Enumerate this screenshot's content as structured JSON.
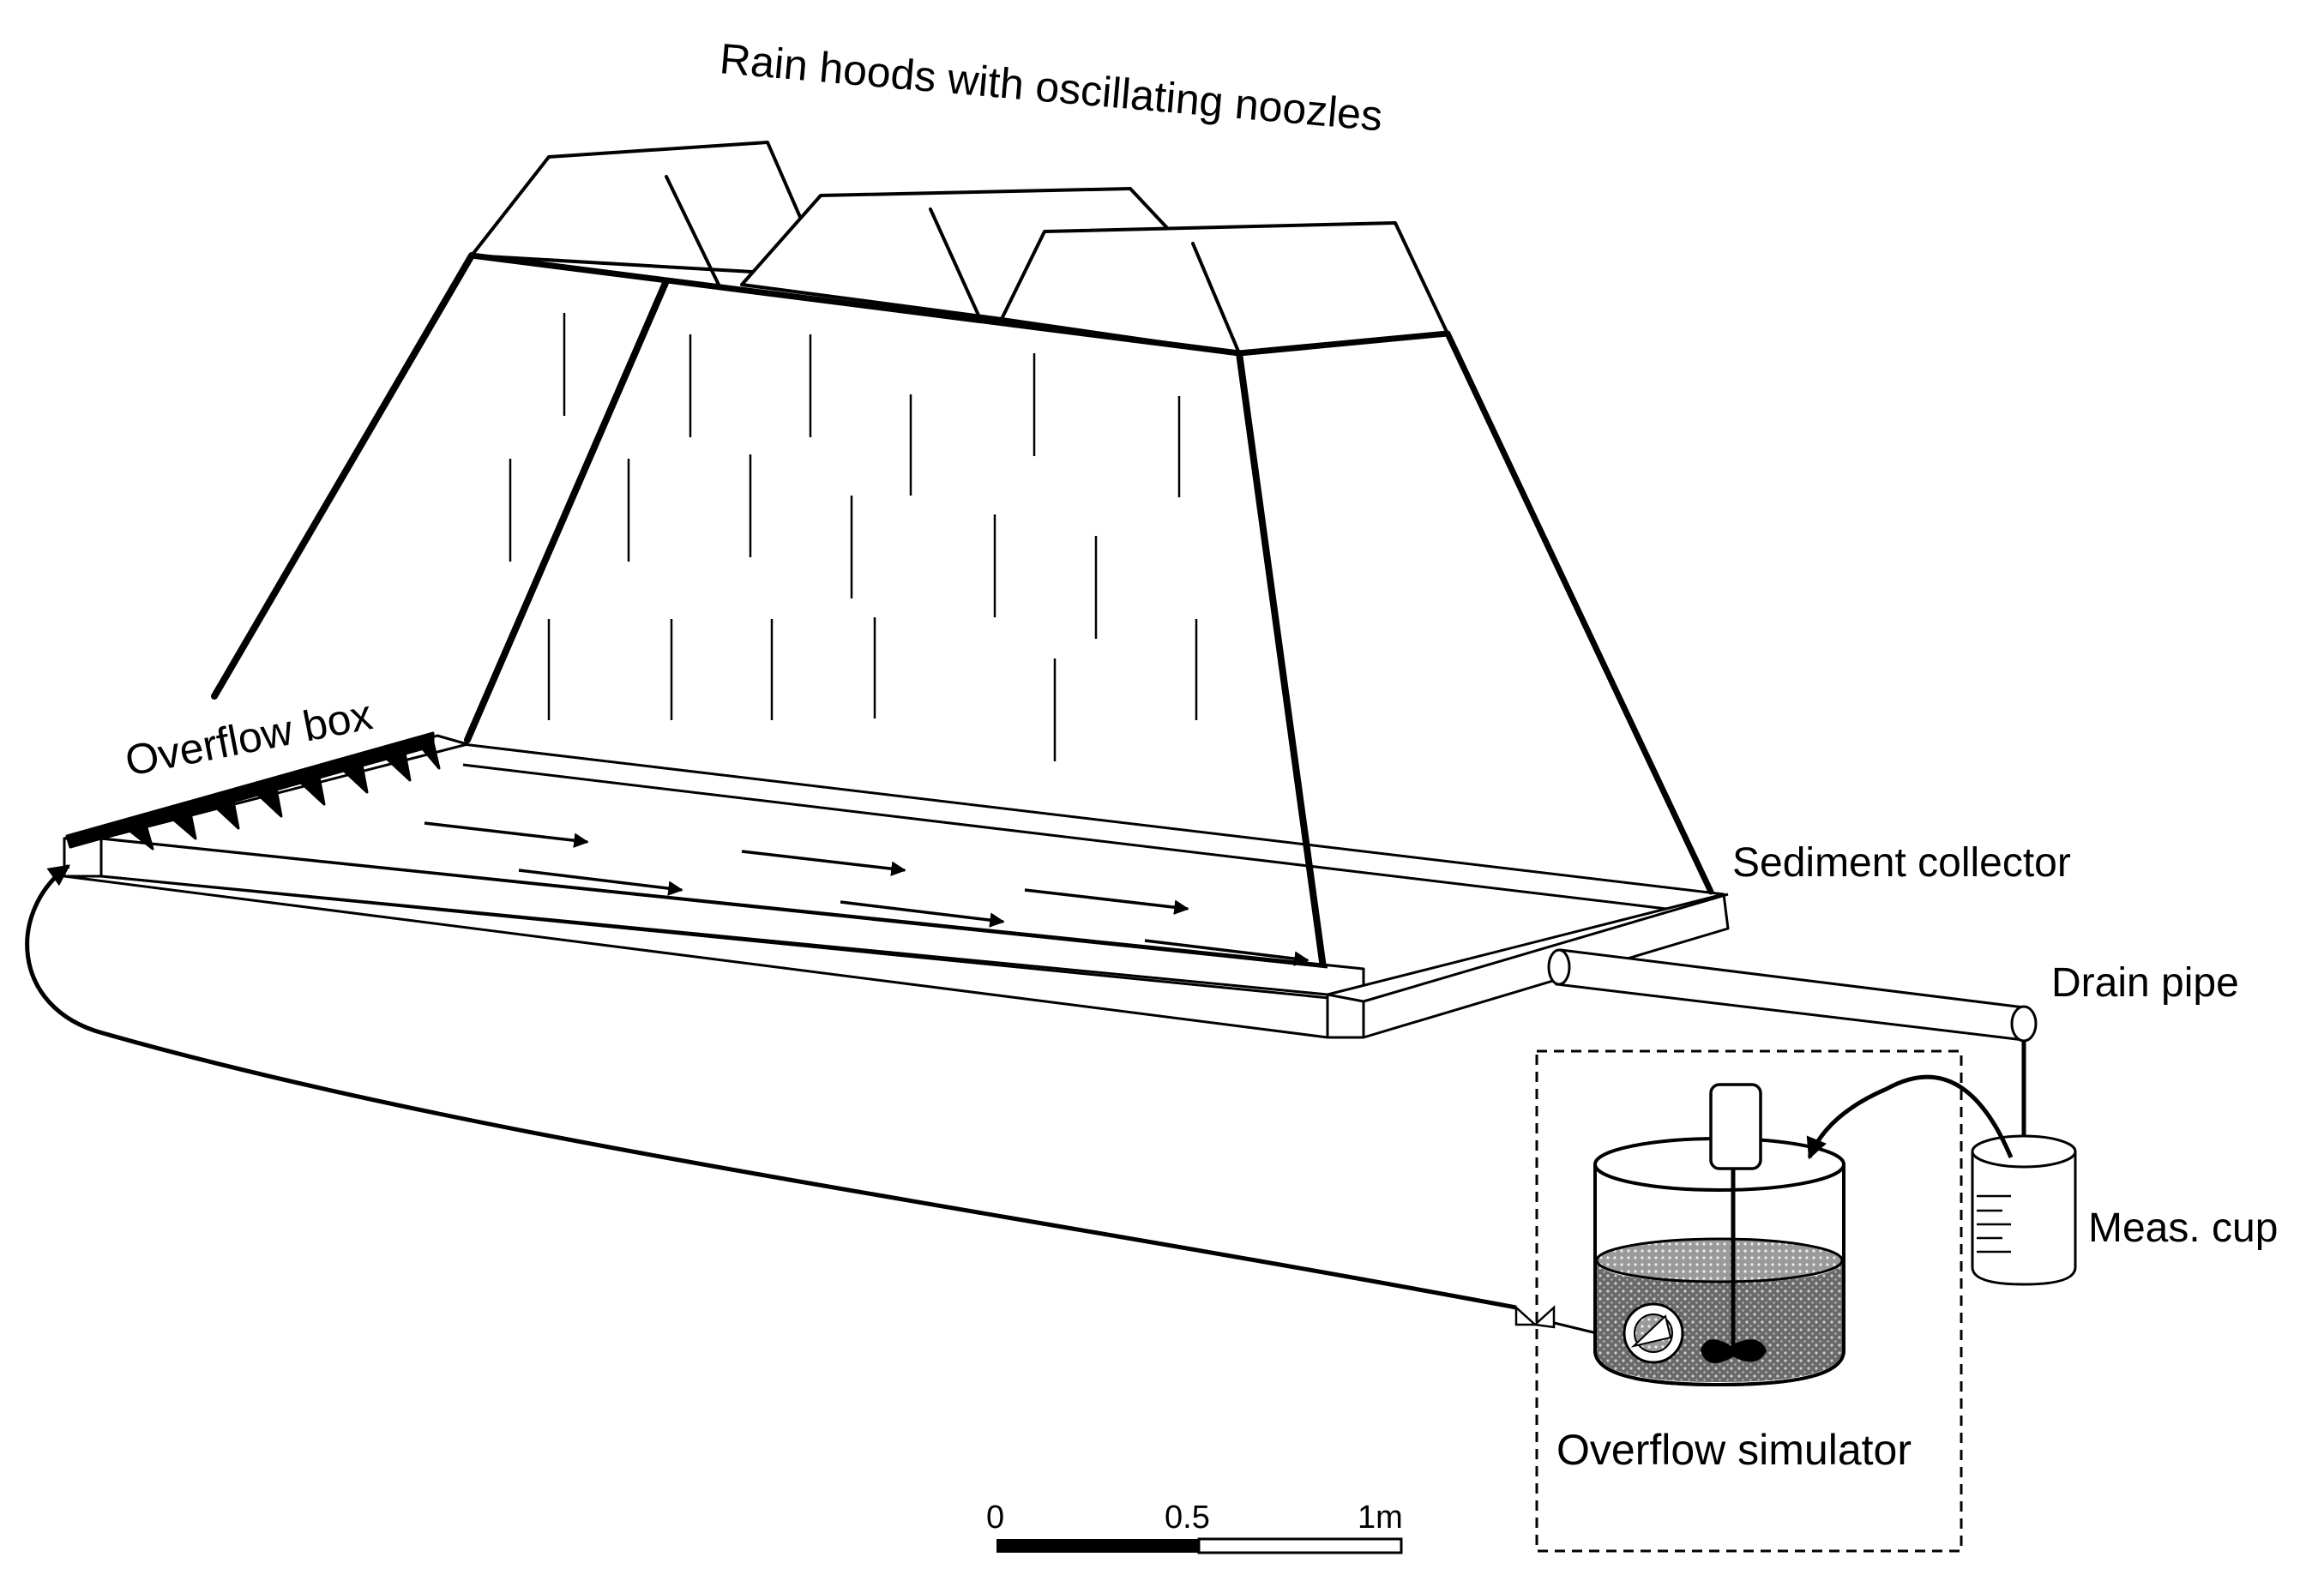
{
  "labels": {
    "rain_hoods": "Rain hoods with oscillating noozles",
    "overflow_box": "Overflow box",
    "sediment_collector": "Sediment collector",
    "drain_pipe": "Drain pipe",
    "meas_cup": "Meas. cup",
    "overflow_simulator": "Overflow simulator"
  },
  "scale_bar": {
    "tick_0": "0",
    "tick_mid": "0.5",
    "tick_end": "1m"
  }
}
